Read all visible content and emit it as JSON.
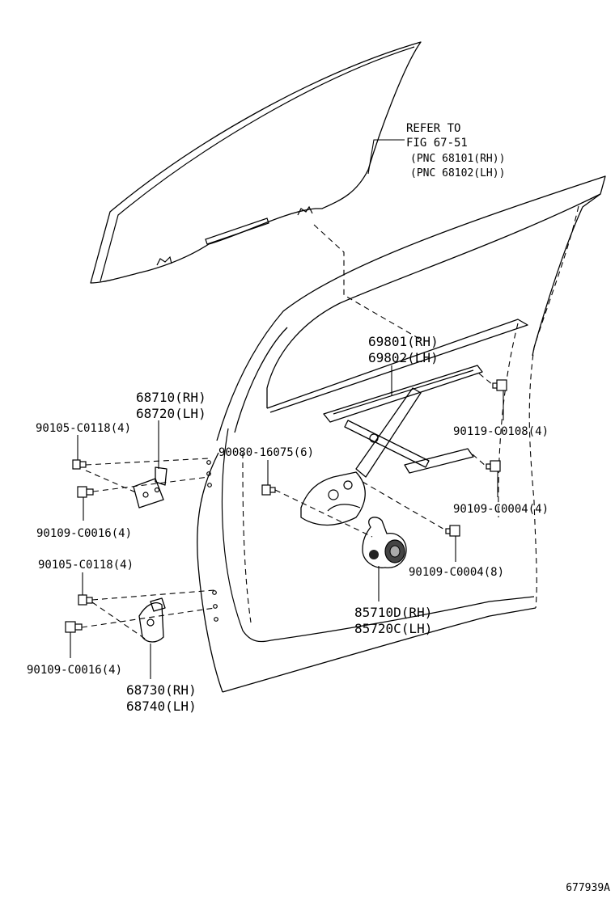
{
  "callouts": {
    "glass_ref_1": "REFER TO",
    "glass_ref_2": "FIG 67-51",
    "glass_ref_3": "(PNC 68101(RH))",
    "glass_ref_4": "(PNC 68102(LH))",
    "regulator_rh": "69801(RH)",
    "regulator_lh": "69802(LH)",
    "upper_hinge_rh": "68710(RH)",
    "upper_hinge_lh": "68720(LH)",
    "bolt_upper_hinge": "90105-C0118(4)",
    "bolt_upper_hinge_2": "90109-C0016(4)",
    "bolt_regulator_motor": "90080-16075(6)",
    "bolt_regulator_rail": "90119-C0108(4)",
    "bolt_regulator_lower": "90109-C0004(4)",
    "bolt_regulator_8": "90109-C0004(8)",
    "motor_rh": "85710D(RH)",
    "motor_lh": "85720C(LH)",
    "bolt_lower_hinge": "90105-C0118(4)",
    "bolt_lower_hinge_2": "90109-C0016(4)",
    "lower_hinge_rh": "68730(RH)",
    "lower_hinge_lh": "68740(LH)"
  },
  "figure_id": "677939A"
}
